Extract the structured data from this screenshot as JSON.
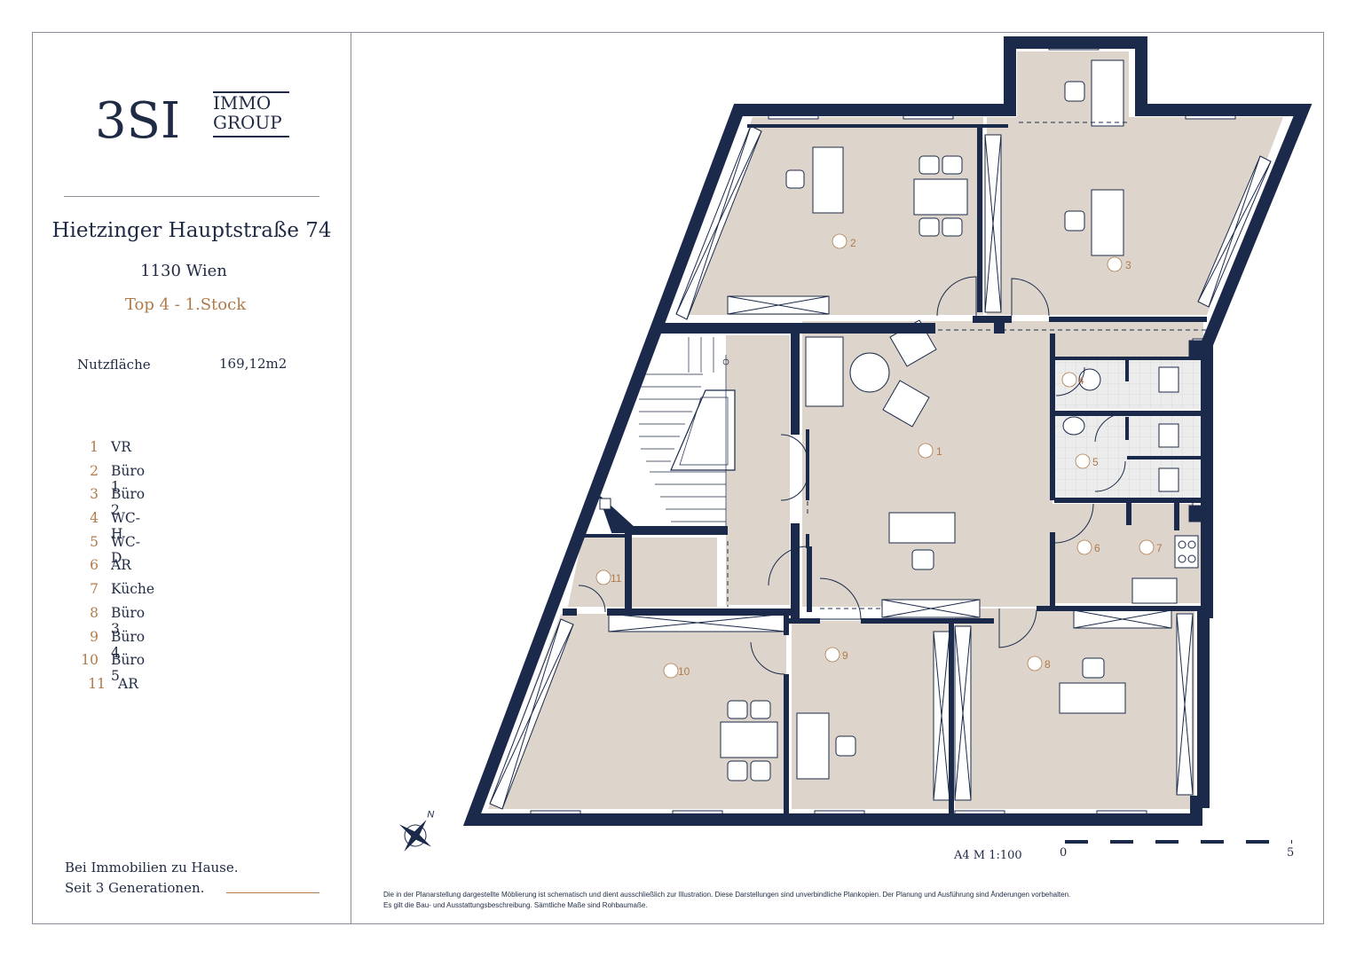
{
  "logo": {
    "mark": "3SI",
    "line1": "IMMO",
    "line2": "GROUP"
  },
  "address": "Hietzinger Hauptstraße 74",
  "city": "1130 Wien",
  "unit": "Top 4 - 1.Stock",
  "area": {
    "label": "Nutzfläche",
    "value": "169,12m2"
  },
  "rooms": [
    {
      "num": "1",
      "name": "VR"
    },
    {
      "num": "2",
      "name": "Büro 1"
    },
    {
      "num": "3",
      "name": "Büro 2"
    },
    {
      "num": "4",
      "name": "WC-H"
    },
    {
      "num": "5",
      "name": "WC-D"
    },
    {
      "num": "6",
      "name": "AR"
    },
    {
      "num": "7",
      "name": "Küche"
    },
    {
      "num": "8",
      "name": "Büro 3"
    },
    {
      "num": "9",
      "name": "Büro 4"
    },
    {
      "num": "10",
      "name": "Büro 5"
    },
    {
      "num": "11",
      "name": "AR"
    }
  ],
  "tagline": {
    "line1": "Bei Immobilien zu Hause.",
    "line2": "Seit 3 Generationen."
  },
  "scale": {
    "label": "A4  M 1:100",
    "start": "0",
    "end": "5"
  },
  "compass": {
    "north": "N"
  },
  "disclaimer": "Die in der Planarstellung dargestellte Möblierung ist schematisch und dient ausschließlich zur Illustration. Diese Darstellungen sind unverbindliche Plankopien. Der Planung und Ausführung sind Änderungen vorbehalten. Es gilt die Bau- und Ausstattungsbeschreibung. Sämtliche Maße sind Rohbaumaße.",
  "colors": {
    "wall": "#1b2a4a",
    "floor": "#ddd5cc",
    "accent": "#b07a4a",
    "tile": "#e6e6e6"
  }
}
